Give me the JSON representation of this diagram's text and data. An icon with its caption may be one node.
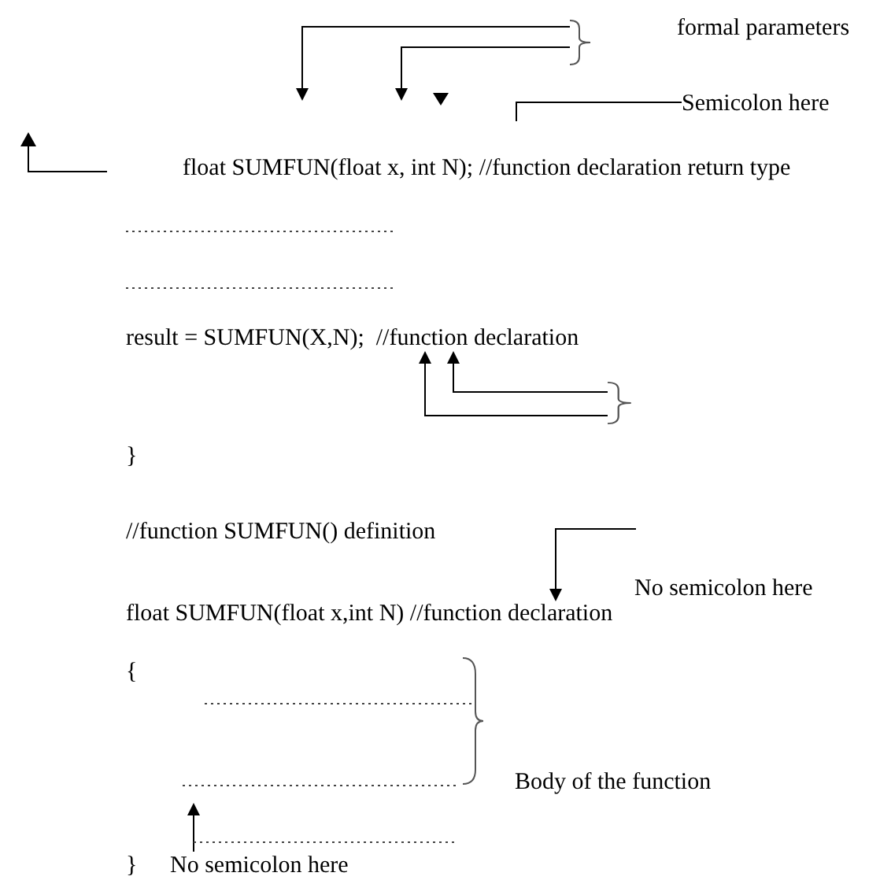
{
  "diagram": {
    "nodes": [
      {
        "text": [],
        "shape": "bracket",
        "beside": [
          "formal parameters"
        ]
      },
      {
        "text": [
          "Semicolon here"
        ]
      },
      {
        "text": [
          "float SUMFUN(float x, int N); //function declaration return type"
        ]
      },
      {
        "text": [
          "result = SUMFUN(X,N);  //function declaration"
        ]
      },
      {
        "text": [],
        "shape": "bracket"
      },
      {
        "text": [
          "//function SUMFUN() definition"
        ]
      },
      {
        "text": [
          "No semicolon here"
        ]
      },
      {
        "text": [
          "float SUMFUN(float x,int N) //function declaration"
        ]
      },
      {
        "text": [
          "No semicolon here"
        ]
      }
    ],
    "edges": [
      {
        "from": 0,
        "to": null,
        "arrow": "to"
      },
      {
        "from": 0,
        "to": null,
        "arrow": "to"
      },
      {
        "from": 1,
        "to": null,
        "arrow": "none"
      },
      {
        "from": 4,
        "to": 3,
        "arrow": "to"
      },
      {
        "from": 4,
        "to": 3,
        "arrow": "to"
      },
      {
        "from": null,
        "to": 7,
        "arrow": "to"
      },
      {
        "from": 8,
        "to": null,
        "arrow": "to"
      }
    ],
    "labels": [
      "}",
      "{",
      "Body of the function",
      "}"
    ]
  }
}
